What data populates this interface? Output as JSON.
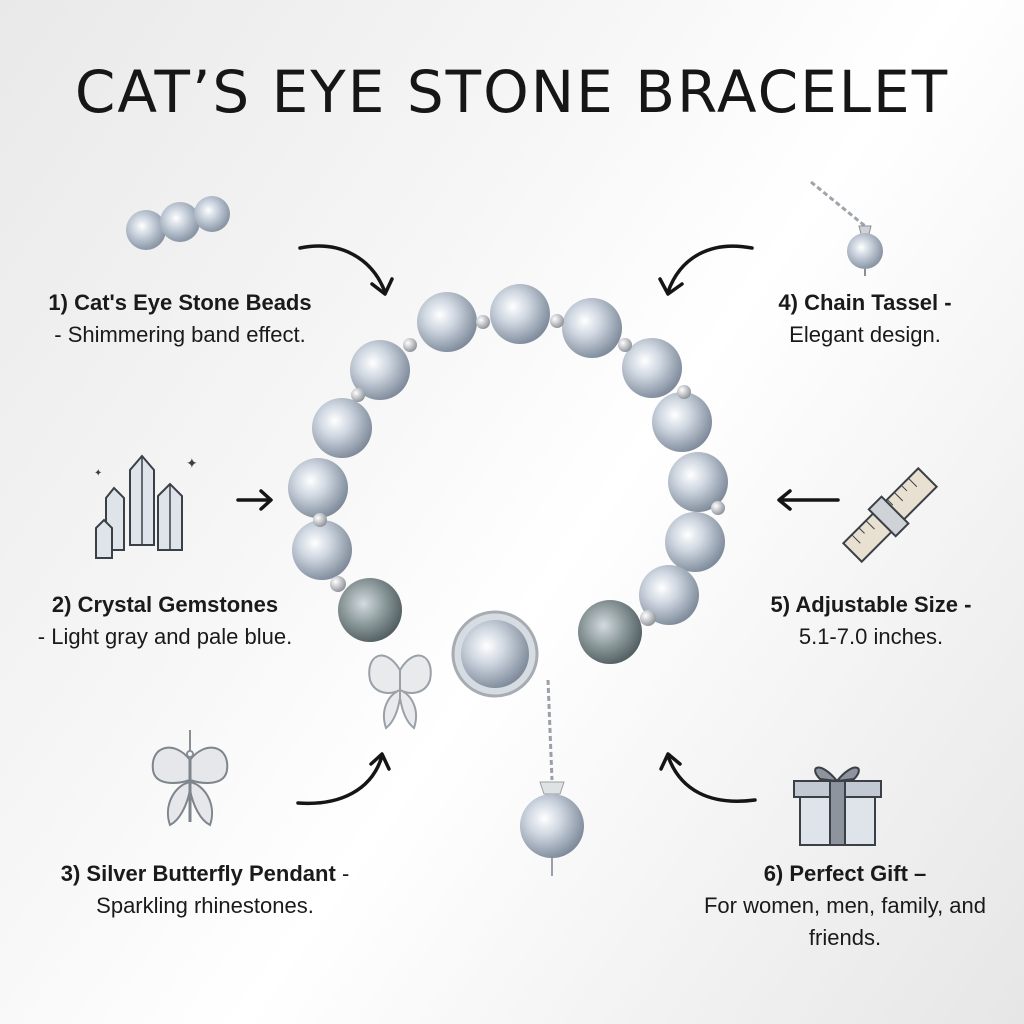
{
  "title": "CAT’S EYE STONE BRACELET",
  "features": [
    {
      "number_title": "1) Cat's Eye Stone Beads",
      "desc": "- Shimmering band effect.",
      "icon": "cat-eye-beads-icon"
    },
    {
      "number_title": "2) Crystal Gemstones",
      "desc": "- Light gray and pale blue.",
      "icon": "crystal-icon"
    },
    {
      "number_title": "3) Silver Butterfly Pendant",
      "desc": "- Sparkling rhinestones.",
      "icon": "butterfly-pendant-icon"
    },
    {
      "number_title": "4) Chain Tassel -",
      "desc": "Elegant design.",
      "icon": "chain-tassel-icon"
    },
    {
      "number_title": "5) Adjustable Size -",
      "desc": "5.1-7.0 inches.",
      "icon": "ruler-icon"
    },
    {
      "number_title": "6) Perfect Gift –",
      "desc": "For women, men, family, and friends.",
      "icon": "gift-box-icon"
    }
  ],
  "colors": {
    "text": "#1a1a1a",
    "bead": "#c9d2dd",
    "silver": "#cfd3d8",
    "background": "#f4f4f4"
  }
}
